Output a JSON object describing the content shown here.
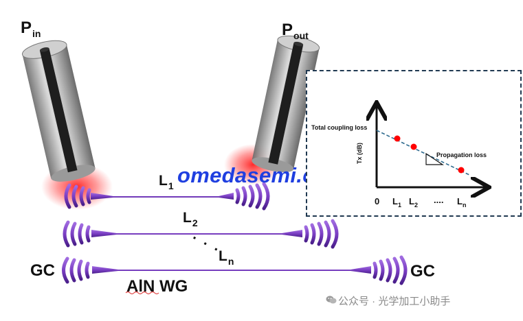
{
  "labels": {
    "p_in_main": "P",
    "p_in_sub": "in",
    "p_out_main": "P",
    "p_out_sub": "out",
    "l1_main": "L",
    "l1_sub": "1",
    "l2_main": "L",
    "l2_sub": "2",
    "dots": ". . .",
    "ln_main": "L",
    "ln_sub": "n",
    "gc_left": "GC",
    "gc_right": "GC",
    "waveguide": "AlN  WG"
  },
  "watermark": "omedasemi.com",
  "inset": {
    "total_coupling_loss": "Total coupling loss",
    "ylabel": "Tx (dB)",
    "propagation_loss": "Propagation loss",
    "origin": "0",
    "x_ticks": [
      {
        "main": "L",
        "sub": "1"
      },
      {
        "main": "L",
        "sub": "2"
      },
      {
        "main": "....",
        "sub": ""
      },
      {
        "main": "L",
        "sub": "n"
      }
    ]
  },
  "footer": "公众号 · 光学加工小助手",
  "colors": {
    "waveguide": "#7b3fc4",
    "waveguide_dark": "#4b1f8c",
    "laser_glow": "#ff2a2a",
    "fiber_body": "#b9b9b9",
    "fiber_core": "#222222",
    "watermark": "#1f3fe0",
    "inset_border": "#1f3850",
    "data_point": "#ff0000",
    "trend_line": "#2f6b8f"
  },
  "icons": [
    "optical-fiber-icon",
    "grating-coupler-icon",
    "wechat-icon"
  ]
}
